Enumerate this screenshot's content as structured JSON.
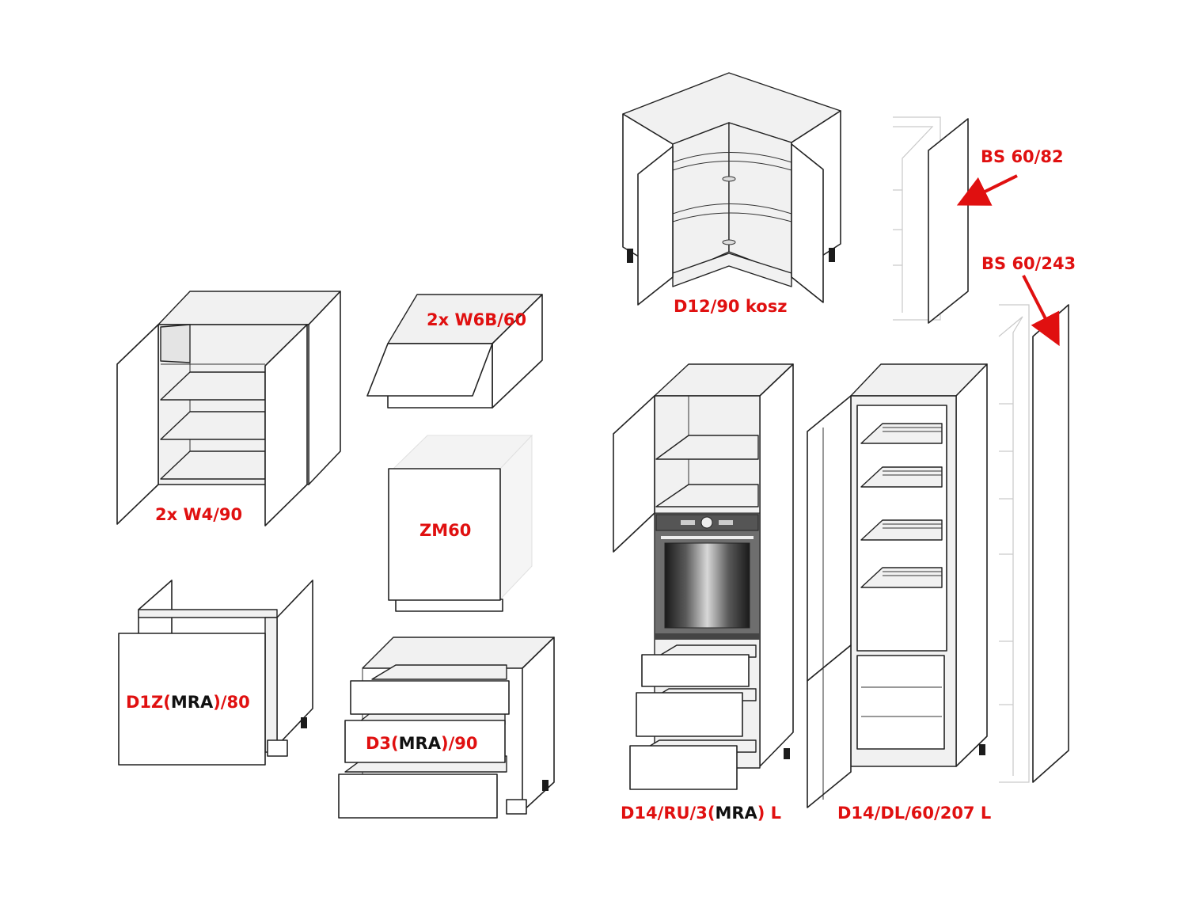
{
  "labels": {
    "w4": "2x W4/90",
    "w6b": "2x W6B/60",
    "zm60": "ZM60",
    "d1z_pre": "D1Z(",
    "d1z_mid": "MRA",
    "d1z_post": ")/80",
    "d3_pre": "D3(",
    "d3_mid": "MRA",
    "d3_post": ")/90",
    "d12": "D12/90 kosz",
    "bs82": "BS 60/82",
    "bs243": "BS 60/243",
    "d14ru_pre": "D14/RU/3(",
    "d14ru_mid": "MRA",
    "d14ru_post": ") L",
    "d14dl": "D14/DL/60/207 L"
  },
  "colors": {
    "label": "#e01010",
    "label_highlight": "#111111",
    "outline": "#222222",
    "arrow": "#e01010"
  }
}
